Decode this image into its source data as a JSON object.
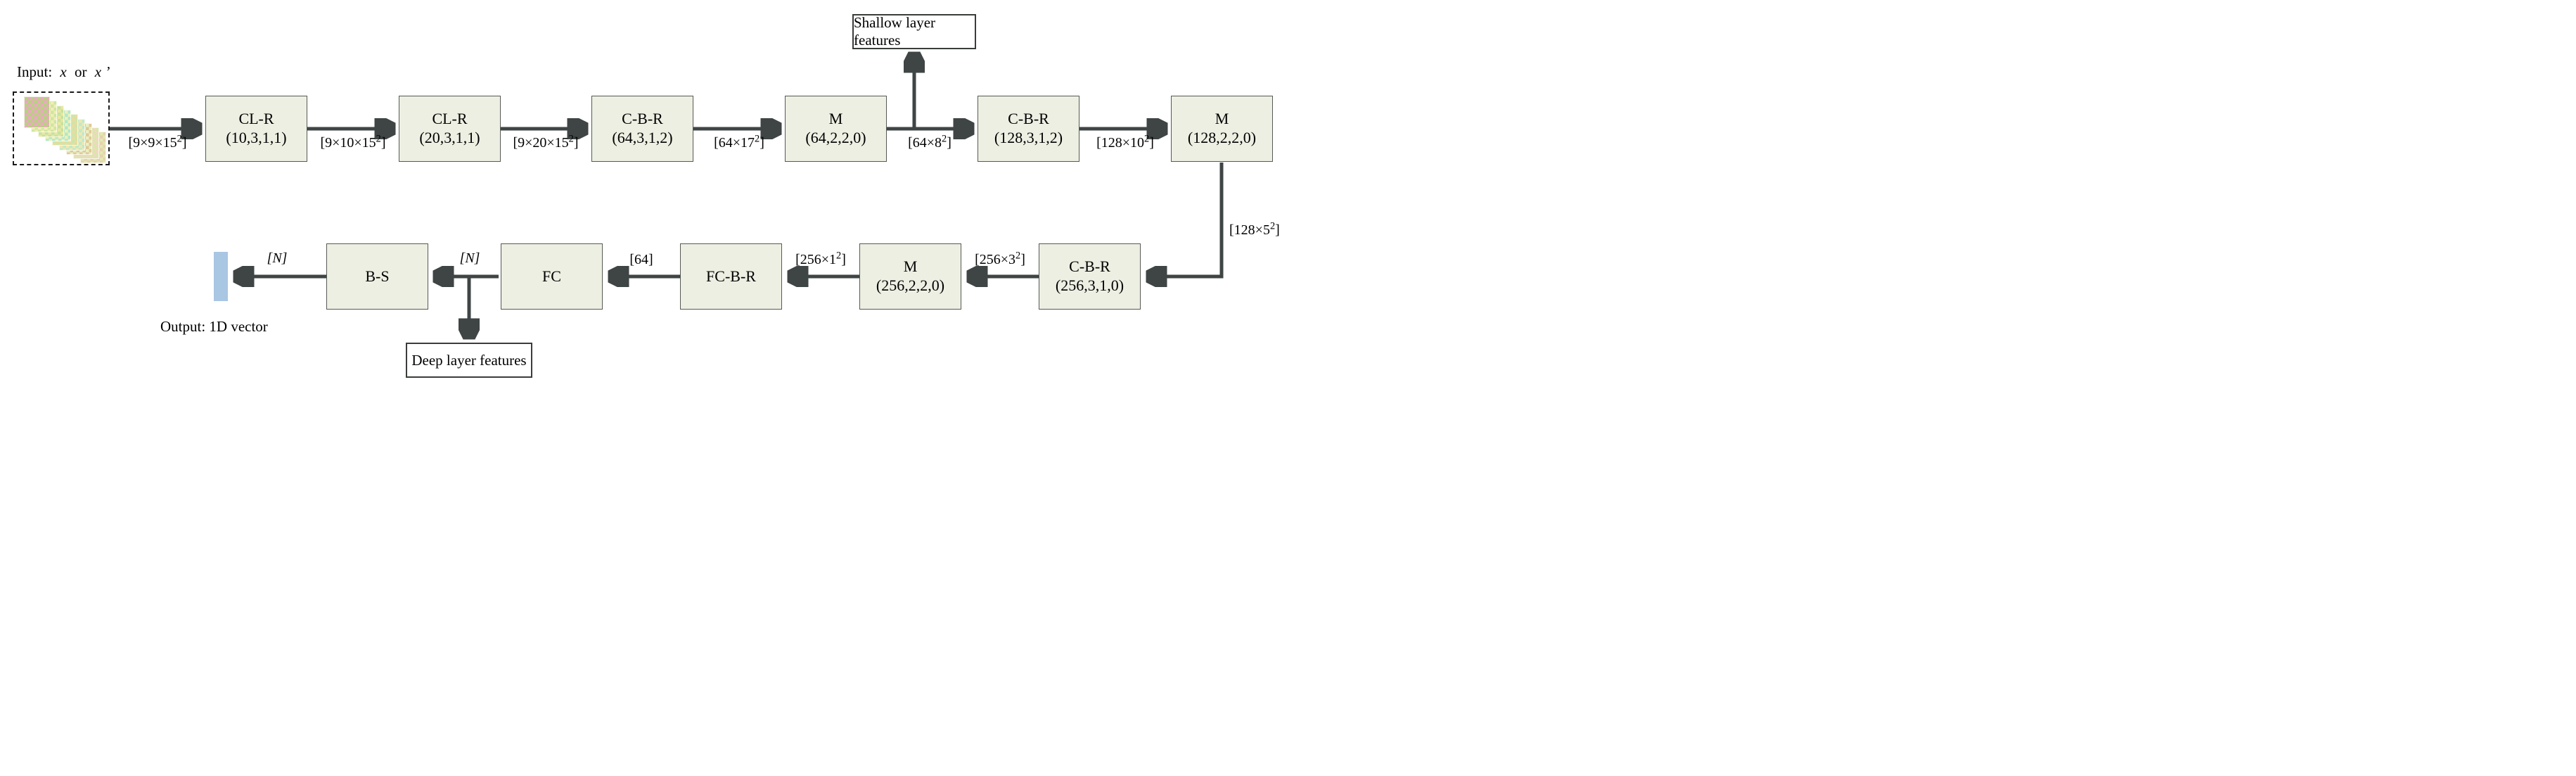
{
  "diagram": {
    "input": {
      "label_prefix": "Input:",
      "var1": "x",
      "conjunction": "or",
      "var2": "x ’",
      "patch_palette": [
        [
          "#eba8c0",
          "#b4d47c"
        ],
        [
          "#cfe5a0",
          "#f0edb5"
        ],
        [
          "#e8e8a0",
          "#c8e0a0"
        ],
        [
          "#b0e8c8",
          "#eef0b8"
        ],
        [
          "#e8dca0",
          "#cfe5a8"
        ],
        [
          "#bfe9c9",
          "#f0e8b0"
        ],
        [
          "#e0c898",
          "#e8f0c0"
        ],
        [
          "#d8e8a8",
          "#f0d8c0"
        ],
        [
          "#e8d0b0",
          "#e0eab0"
        ]
      ]
    },
    "output": {
      "label": "Output: 1D vector"
    },
    "shallow_box": {
      "label": "Shallow layer features"
    },
    "deep_box": {
      "label": "Deep layer features"
    },
    "row1_boxes": [
      {
        "name": "CL-R",
        "params": "(10,3,1,1)"
      },
      {
        "name": "CL-R",
        "params": "(20,3,1,1)"
      },
      {
        "name": "C-B-R",
        "params": "(64,3,1,2)"
      },
      {
        "name": "M",
        "params": "(64,2,2,0)"
      },
      {
        "name": "C-B-R",
        "params": "(128,3,1,2)"
      },
      {
        "name": "M",
        "params": "(128,2,2,0)"
      }
    ],
    "row2_boxes": [
      {
        "name": "C-B-R",
        "params": "(256,3,1,0)"
      },
      {
        "name": "M",
        "params": "(256,2,2,0)"
      },
      {
        "name": "FC-B-R",
        "params": ""
      },
      {
        "name": "FC",
        "params": ""
      },
      {
        "name": "B-S",
        "params": ""
      }
    ],
    "edge_labels_row1": [
      "[9×9×15²]",
      "[9×10×15²]",
      "[9×20×15²]",
      "[64×17²]",
      "[64×8²]",
      "[128×10²]"
    ],
    "edge_label_vertical": "[128×5²]",
    "edge_labels_row2": [
      "[256×3²]",
      "[256×1²]",
      "[64]",
      "[N]",
      "[N]"
    ],
    "colors": {
      "box_fill": "#edefe3",
      "box_border": "#555a54",
      "arrow": "#3f4444",
      "feature_box_border": "#3a3d3a",
      "output_bar": "#a9c6e3"
    }
  }
}
